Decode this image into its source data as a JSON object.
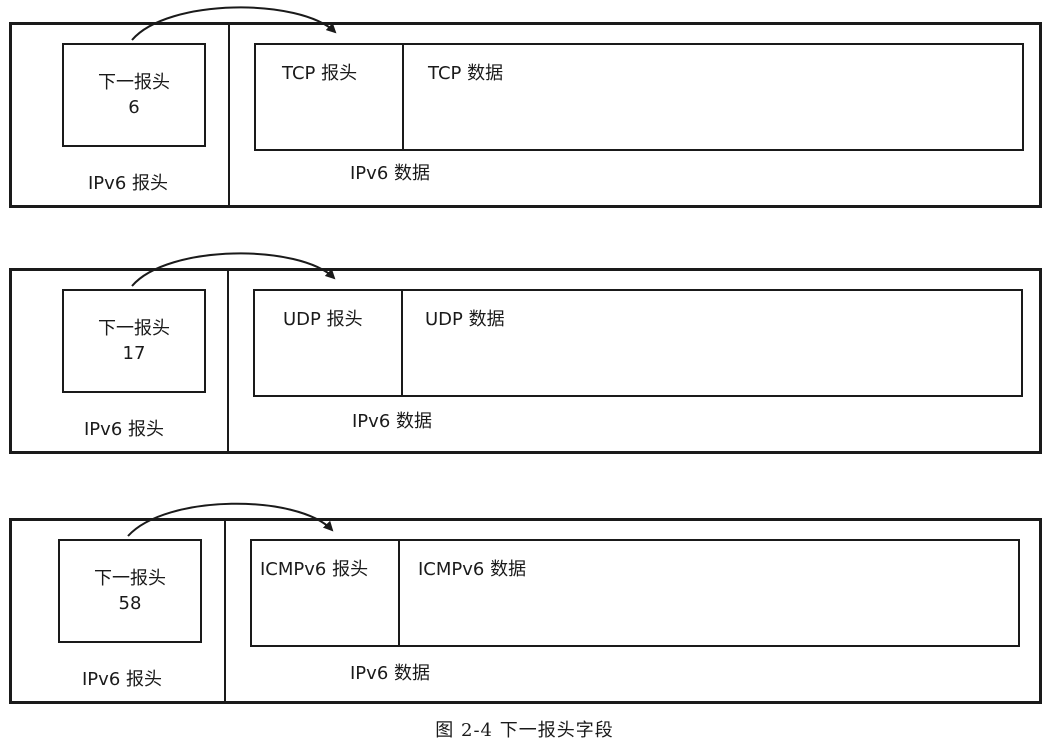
{
  "diagrams": [
    {
      "next_header_label": "下一报头",
      "next_header_value": "6",
      "ipv6_header_label": "IPv6 报头",
      "upper_header_label": "TCP 报头",
      "upper_data_label": "TCP 数据",
      "ipv6_data_label": "IPv6 数据"
    },
    {
      "next_header_label": "下一报头",
      "next_header_value": "17",
      "ipv6_header_label": "IPv6 报头",
      "upper_header_label": "UDP 报头",
      "upper_data_label": "UDP 数据",
      "ipv6_data_label": "IPv6 数据"
    },
    {
      "next_header_label": "下一报头",
      "next_header_value": "58",
      "ipv6_header_label": "IPv6 报头",
      "upper_header_label": "ICMPv6 报头",
      "upper_data_label": "ICMPv6 数据",
      "ipv6_data_label": "IPv6 数据"
    }
  ],
  "caption": "图 2-4 下一报头字段",
  "colors": {
    "line": "#1a1a1a",
    "background": "#ffffff"
  }
}
